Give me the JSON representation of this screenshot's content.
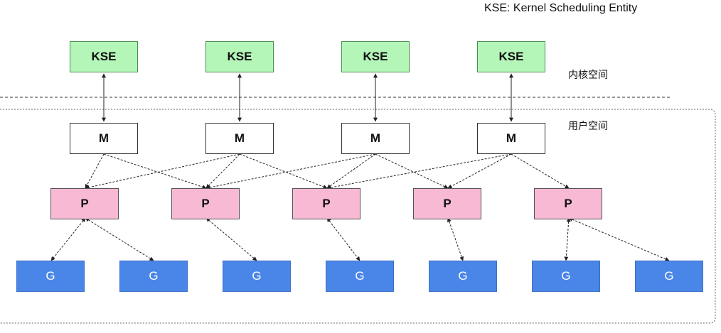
{
  "legend": "KSE: Kernel Scheduling Entity",
  "zones": {
    "kernel_label": "内核空间",
    "user_label": "用户空间"
  },
  "kse_nodes": [
    "KSE",
    "KSE",
    "KSE",
    "KSE"
  ],
  "m_nodes": [
    "M",
    "M",
    "M",
    "M"
  ],
  "p_nodes": [
    "P",
    "P",
    "P",
    "P",
    "P"
  ],
  "g_nodes": [
    "G",
    "G",
    "G",
    "G",
    "G",
    "G",
    "G"
  ],
  "colors": {
    "kse_fill": "#b4f5b8",
    "p_fill": "#f8b9d4",
    "g_fill": "#4a86e8",
    "m_fill": "#ffffff"
  }
}
